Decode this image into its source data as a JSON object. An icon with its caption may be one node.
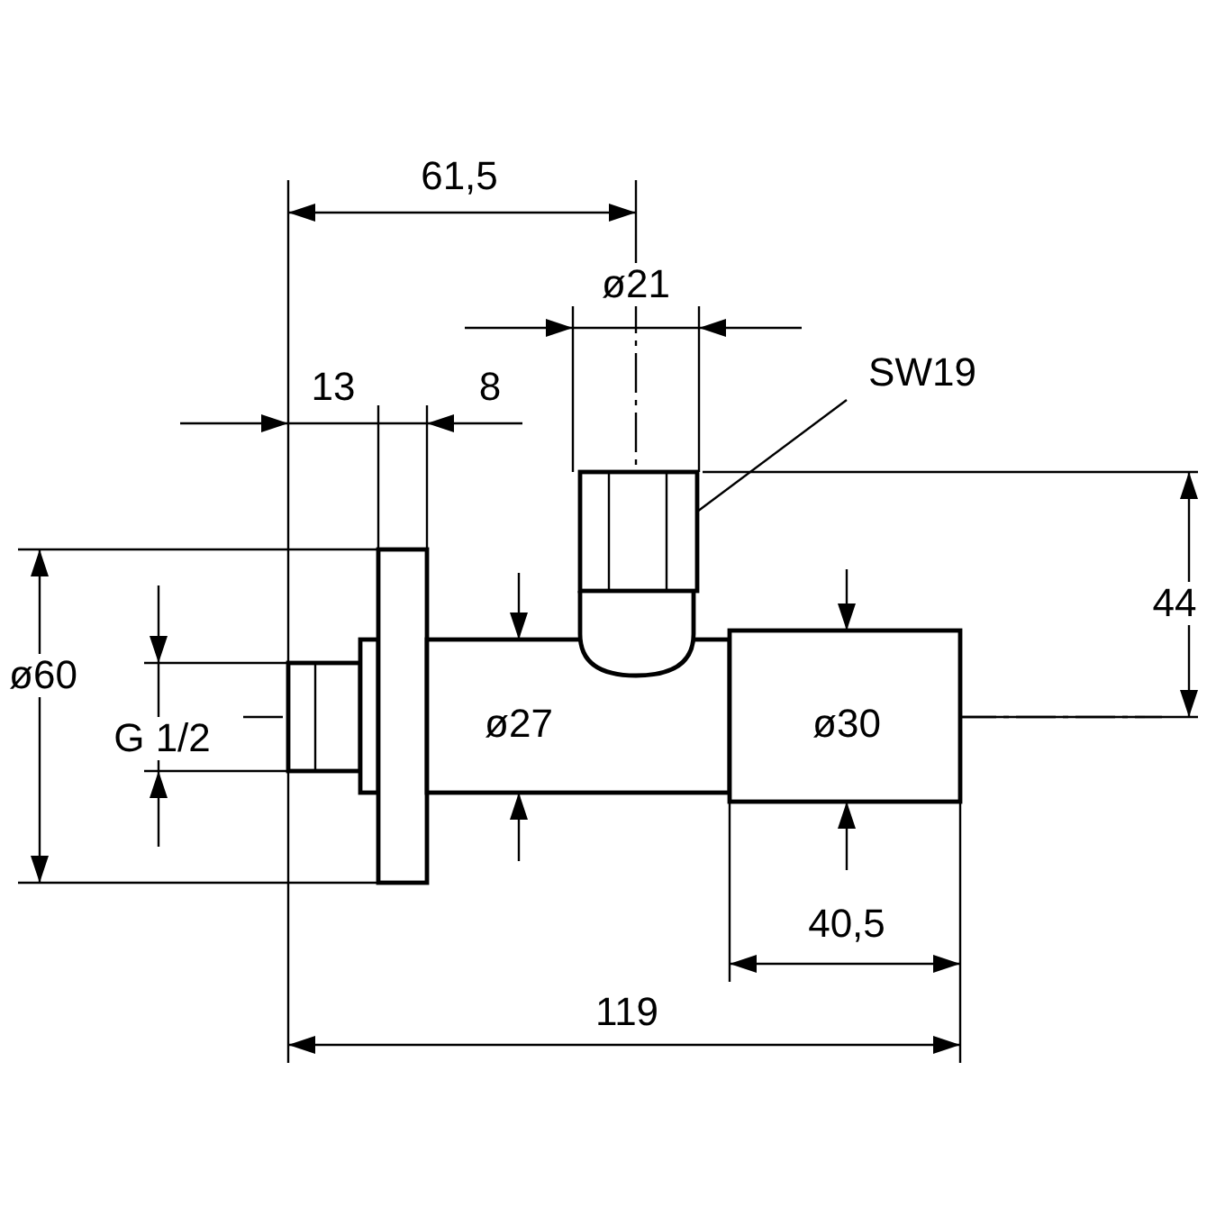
{
  "diagram": {
    "nodes": [
      {
        "text": [
          "SW19"
        ]
      },
      {
        "text": [],
        "shape": "picture"
      }
    ],
    "edges": [
      {
        "from": 0,
        "to": 1,
        "arrow": "none"
      }
    ],
    "labels": [
      "61,5",
      "ø21",
      "13",
      "8",
      "44",
      "ø60",
      "G 1/2",
      "ø27",
      "ø30",
      "40,5",
      "119"
    ]
  }
}
